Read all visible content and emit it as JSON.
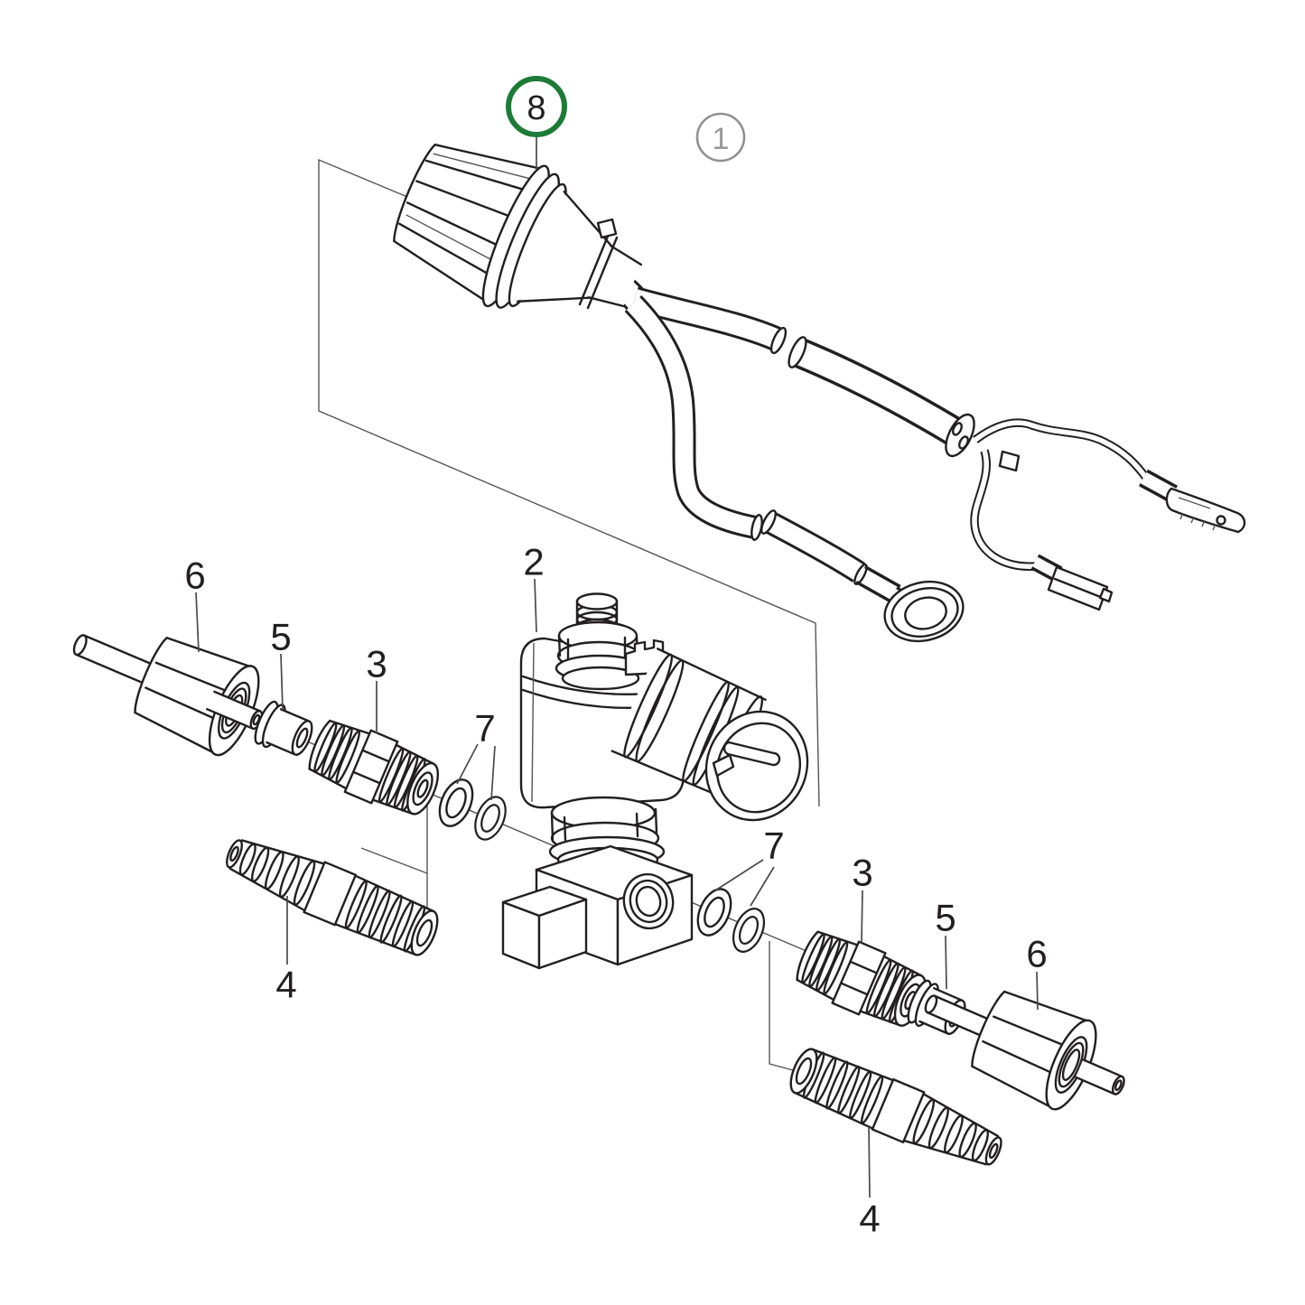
{
  "colors": {
    "callout_green": "#1e7b37",
    "callout_gray": "#8f9091",
    "ink": "#231f20",
    "background": "#ffffff"
  },
  "callouts": {
    "n8": {
      "label": "8"
    },
    "n1": {
      "label": "1"
    },
    "n2": {
      "label": "2"
    },
    "left6": {
      "label": "6"
    },
    "left5": {
      "label": "5"
    },
    "left3": {
      "label": "3"
    },
    "left7": {
      "label": "7"
    },
    "left4": {
      "label": "4"
    },
    "right7": {
      "label": "7"
    },
    "right3": {
      "label": "3"
    },
    "right5": {
      "label": "5"
    },
    "right6": {
      "label": "6"
    },
    "right4": {
      "label": "4"
    }
  }
}
